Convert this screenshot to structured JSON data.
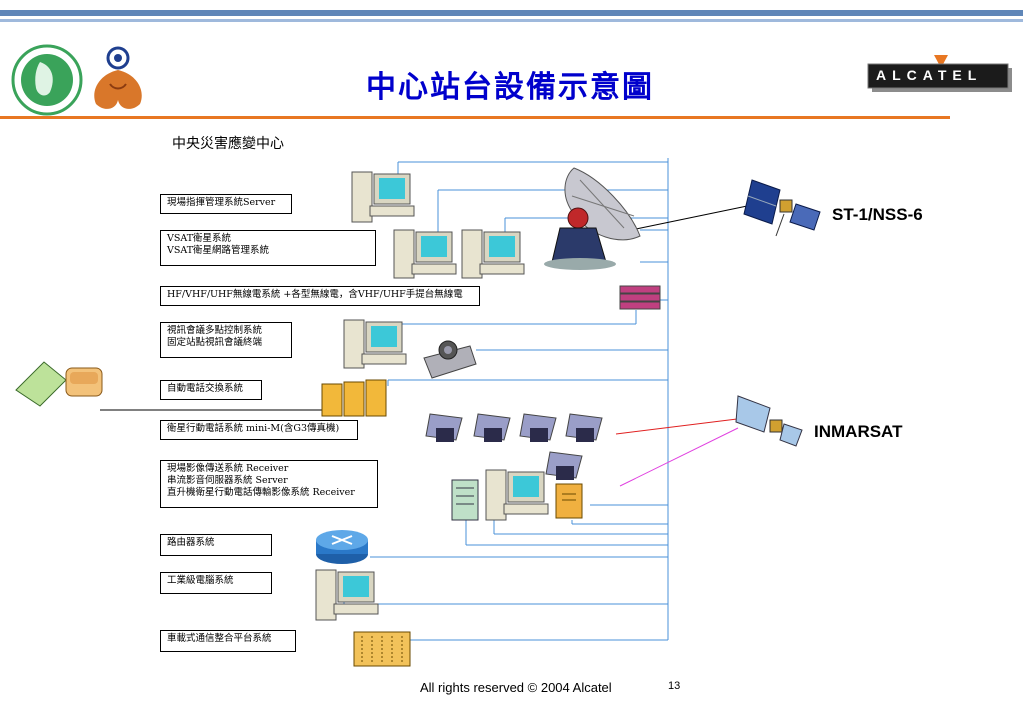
{
  "title": "中心站台設備示意圖",
  "subtitle": "中央災害應變中心",
  "logo": {
    "brand": "ALCATEL"
  },
  "boxes": [
    {
      "id": "scene-server",
      "lines": [
        "現場指揮管理系統Server"
      ]
    },
    {
      "id": "vsat",
      "lines": [
        "VSAT衛星系統",
        "VSAT衛星網路管理系統"
      ]
    },
    {
      "id": "radio",
      "lines": [
        "HF/VHF/UHF無線電系統 +各型無線電，含VHF/UHF手提台無線電"
      ]
    },
    {
      "id": "video-conf",
      "lines": [
        "視訊會議多點控制系統",
        "固定站點視訊會議終端"
      ]
    },
    {
      "id": "pbx",
      "lines": [
        "自動電話交換系統"
      ]
    },
    {
      "id": "mini-m",
      "lines": [
        "衛星行動電話系統 mini-M(含G3傳真機)"
      ]
    },
    {
      "id": "image",
      "lines": [
        "現場影像傳送系統 Receiver",
        "串流影音伺服器系統 Server",
        "直升機衛星行動電話傳輸影像系統 Receiver"
      ]
    },
    {
      "id": "router",
      "lines": [
        "路由器系統"
      ]
    },
    {
      "id": "industrial-pc",
      "lines": [
        "工業級電腦系統"
      ]
    },
    {
      "id": "vehicle",
      "lines": [
        "車載式通信整合平台系統"
      ]
    }
  ],
  "satellites": [
    {
      "id": "st1",
      "label": "ST-1/NSS-6"
    },
    {
      "id": "inmarsat",
      "label": "INMARSAT"
    }
  ],
  "colors": {
    "title": "#0000cc",
    "accent": "#e87722",
    "bus": "#4a90d9",
    "inmarsat_line1": "#e02020",
    "inmarsat_line2": "#e040e0"
  },
  "footer": {
    "copyright": "All rights reserved © 2004 Alcatel",
    "page": "13"
  }
}
